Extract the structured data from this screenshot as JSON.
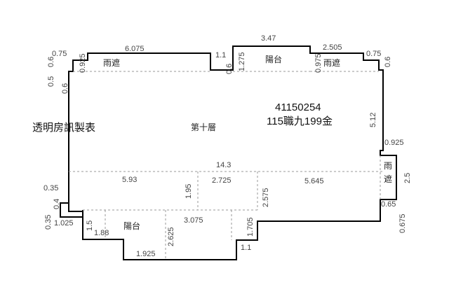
{
  "plan": {
    "side_title": "透明房訊製表",
    "floor_name": "第十層",
    "case_id": "41150254",
    "case_name": "115職九199金",
    "rooms": {
      "canopy_left": "雨遮",
      "balcony_top": "陽台",
      "canopy_right": "雨遮",
      "canopy_east_1": "雨",
      "canopy_east_2": "遮",
      "balcony_bottom": "陽台"
    },
    "dims": {
      "d_0_75_l": "0.75",
      "d_6_075": "6.075",
      "d_0_925_l": "0.925",
      "d_1_1_t": "1.1",
      "d_0_6_t": "0.6",
      "d_1_275": "1.275",
      "d_3_47": "3.47",
      "d_0_975": "0.975",
      "d_2_505": "2.505",
      "d_0_75_r": "0.75",
      "d_0_6_r": "0.6",
      "d_0_6_l1": "0.6",
      "d_0_5_l": "0.5",
      "d_0_6_l2": "0.6",
      "d_5_12": "5.12",
      "d_0_925_r": "0.925",
      "d_14_3": "14.3",
      "d_2_5": "2.5",
      "d_5_93": "5.93",
      "d_1_95": "1.95",
      "d_2_725": "2.725",
      "d_2_575": "2.575",
      "d_5_645": "5.645",
      "d_0_35_a": "0.35",
      "d_0_4": "0.4",
      "d_0_35_b": "0.35",
      "d_1_025": "1.025",
      "d_1_5": "1.5",
      "d_1_88": "1.88",
      "d_3_075": "3.075",
      "d_2_625": "2.625",
      "d_1_705": "1.705",
      "d_1_925": "1.925",
      "d_1_1_b": "1.1",
      "d_0_65": "0.65",
      "d_0_675": "0.675"
    }
  }
}
